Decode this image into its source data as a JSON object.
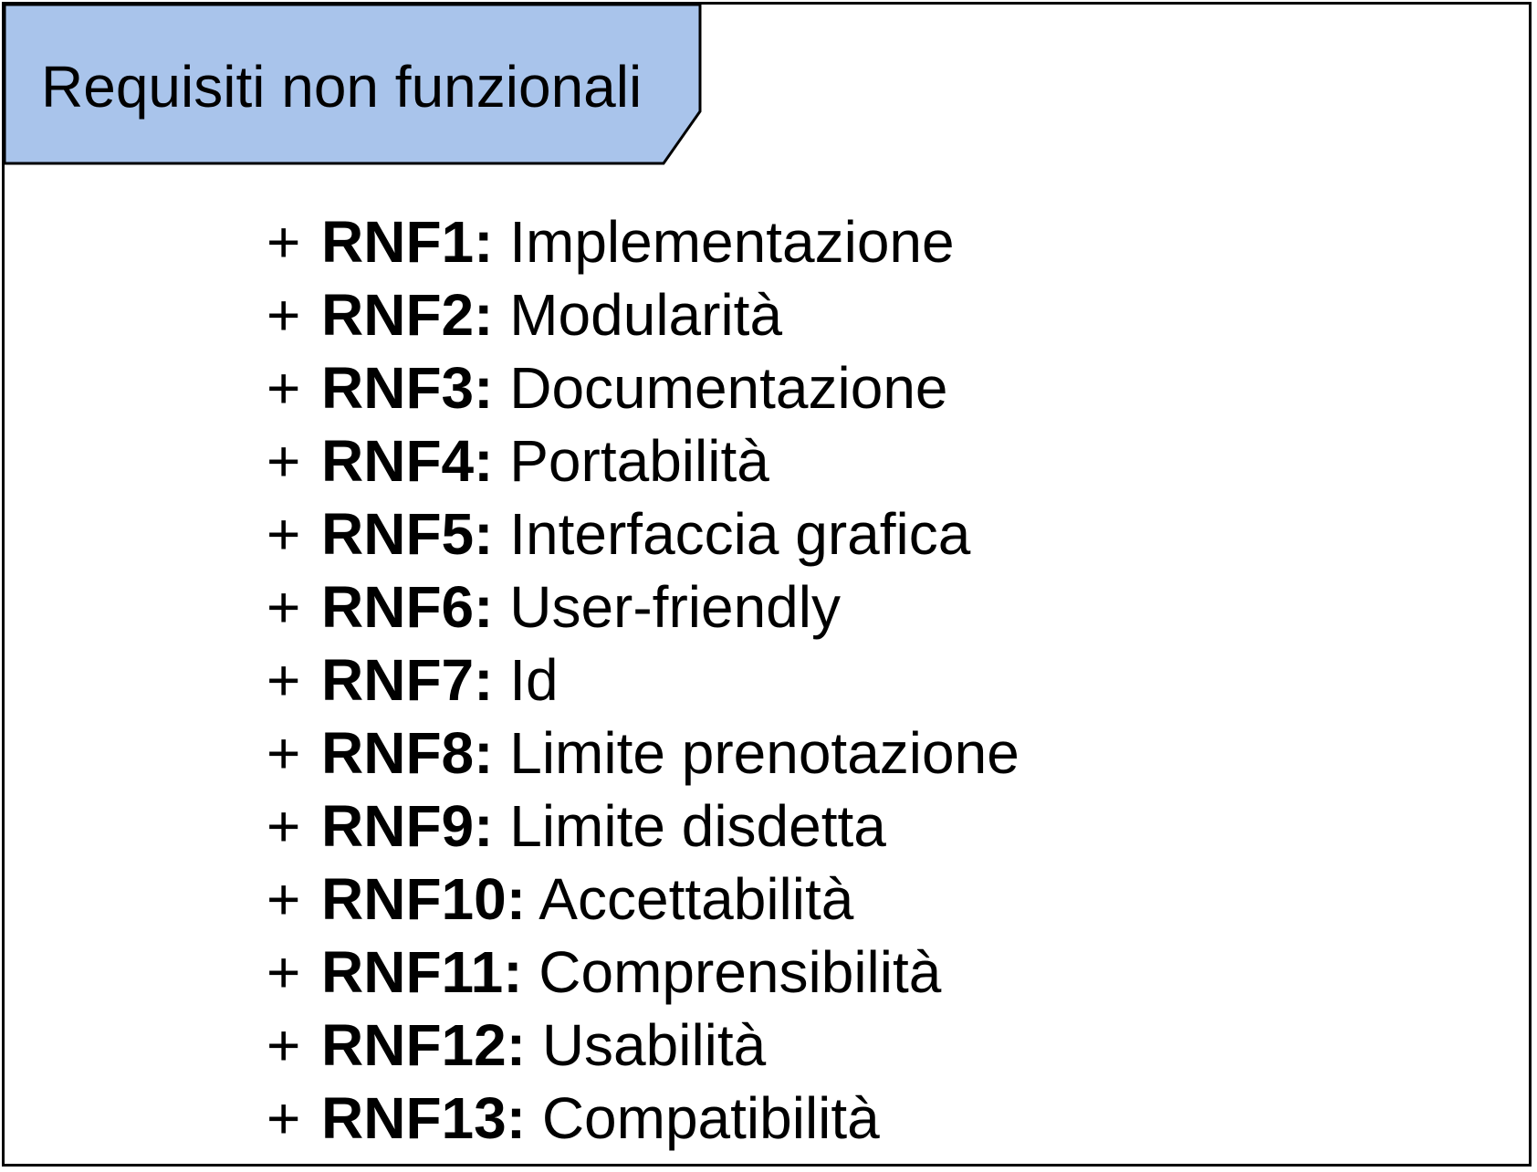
{
  "package": {
    "title": "Requisiti non funzionali",
    "tab_color": "#a9c4eb",
    "border_color": "#000000"
  },
  "requirements": [
    {
      "prefix": "+",
      "id": "RNF1:",
      "name": "Implementazione"
    },
    {
      "prefix": "+",
      "id": "RNF2:",
      "name": "Modularità"
    },
    {
      "prefix": "+",
      "id": "RNF3:",
      "name": "Documentazione"
    },
    {
      "prefix": "+",
      "id": "RNF4:",
      "name": "Portabilità"
    },
    {
      "prefix": "+",
      "id": "RNF5:",
      "name": "Interfaccia grafica"
    },
    {
      "prefix": "+",
      "id": "RNF6:",
      "name": "User-friendly"
    },
    {
      "prefix": "+",
      "id": "RNF7:",
      "name": "Id"
    },
    {
      "prefix": "+",
      "id": "RNF8:",
      "name": "Limite prenotazione"
    },
    {
      "prefix": "+",
      "id": "RNF9:",
      "name": "Limite disdetta"
    },
    {
      "prefix": "+",
      "id": "RNF10:",
      "name": "Accettabilità"
    },
    {
      "prefix": "+",
      "id": "RNF11:",
      "name": "Comprensibilità"
    },
    {
      "prefix": "+",
      "id": "RNF12:",
      "name": "Usabilità"
    },
    {
      "prefix": "+",
      "id": "RNF13:",
      "name": "Compatibilità"
    }
  ]
}
